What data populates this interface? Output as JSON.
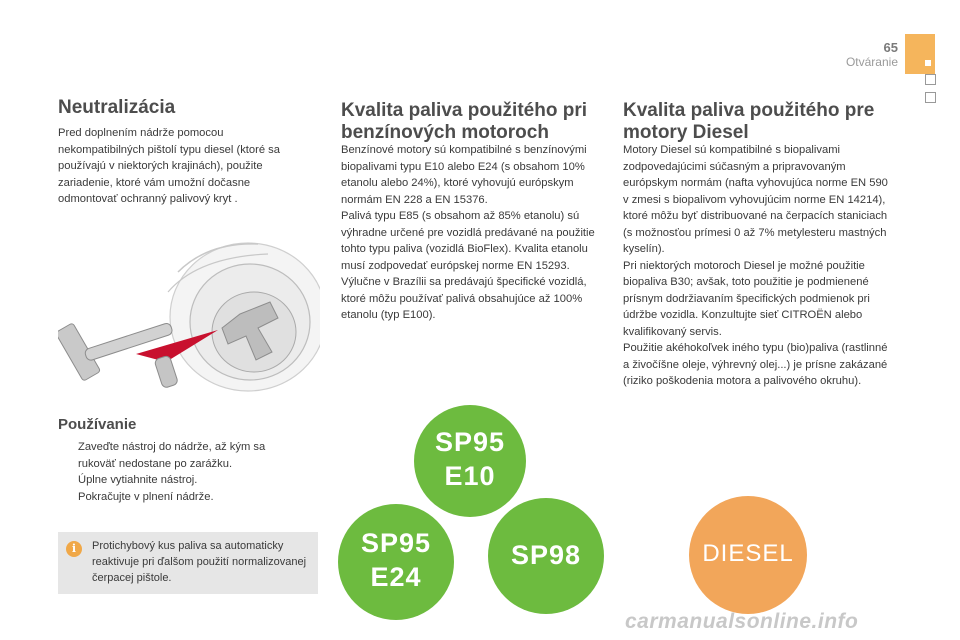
{
  "header": {
    "page_number": "65",
    "section": "Otváranie"
  },
  "col1": {
    "title": "Neutralizácia",
    "intro": "Pred doplnením nádrže pomocou nekompatibilných pištolí typu diesel (ktoré sa používajú v niektorých krajinách), použite zariadenie, ktoré vám umožní dočasne odmontovať ochranný palivový kryt .",
    "usage_title": "Používanie",
    "bullet_symbol": "",
    "bullets": [
      "Zaveďte nástroj do nádrže, až kým sa rukoväť nedostane po zarážku.",
      "Úplne vytiahnite nástroj.",
      "Pokračujte v plnení nádrže."
    ],
    "info_text": "Protichybový kus paliva sa automaticky reaktivuje pri ďalšom použití normalizovanej čerpacej pištole."
  },
  "col2": {
    "title": "Kvalita paliva použitého pri benzínových motoroch",
    "paragraphs": [
      "Benzínové motory sú kompatibilné s benzínovými biopalivami typu E10 alebo E24 (s obsahom 10% etanolu alebo 24%), ktoré vyhovujú európskym normám EN 228 a EN 15376.",
      "Palivá typu E85 (s obsahom až 85% etanolu) sú výhradne určené pre vozidlá predávané na použitie tohto typu paliva (vozidlá BioFlex). Kvalita etanolu musí zodpovedať európskej norme EN 15293.",
      "Výlučne v Brazílii sa predávajú špecifické vozidlá, ktoré môžu používať palivá obsahujúce až 100% etanolu (typ E100)."
    ]
  },
  "col3": {
    "title": "Kvalita paliva použitého pre motory Diesel",
    "paragraphs": [
      "Motory Diesel sú kompatibilné s biopalivami zodpovedajúcimi súčasným a pripravovaným európskym normám (nafta vyhovujúca norme EN 590 v zmesi s biopalivom vyhovujúcim norme EN 14214), ktoré môžu byť distribuované na čerpacích staniciach (s možnosťou prímesi 0 až 7% metylesteru mastných kyselín).",
      "Pri niektorých motoroch Diesel je možné použitie biopaliva B30; avšak, toto použitie je podmienené prísnym dodržiavaním špecifických podmienok pri údržbe vozidla. Konzultujte sieť CITROËN alebo kvalifikovaný servis.",
      "Použitie akéhokoľvek iného typu (bio)paliva (rastlinné a živočíšne oleje, výhrevný olej...) je prísne zakázané (riziko poškodenia motora a palivového okruhu)."
    ]
  },
  "labels": {
    "sp95_e10": {
      "line1": "SP95",
      "line2": "E10"
    },
    "sp95_e24": {
      "line1": "SP95",
      "line2": "E24"
    },
    "sp98": "SP98",
    "diesel": "DIESEL"
  },
  "colors": {
    "green_label": "#6dbb3f",
    "diesel_label": "#f2a65a",
    "accent_tab": "#f5b55c"
  },
  "watermark": "carmanualsonline.info"
}
